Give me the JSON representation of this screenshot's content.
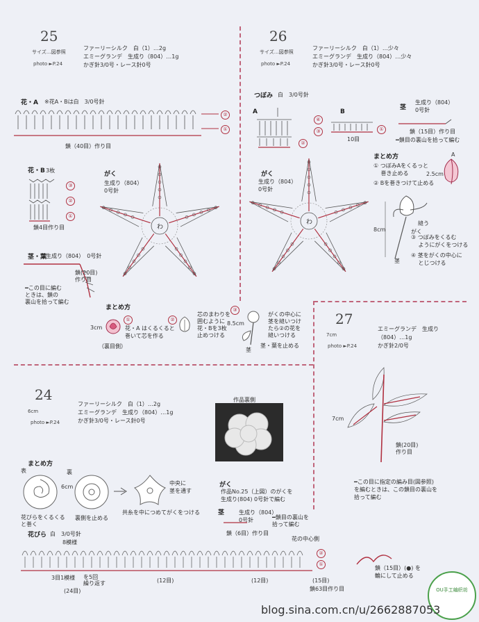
{
  "p25": {
    "num": "25",
    "size": "サイズ…図参照",
    "photo": "photo ►P.24",
    "m1": "ファーリーシルク　白（1）…2g",
    "m2": "エミーグランデ　生成り（804）…1g",
    "m3": "かぎ針3/0号・レース針0号",
    "hanaA": "花・A",
    "hanaA_note": "※花A・Bは白　3/0号針",
    "chain40": "鎖（40目）作り目",
    "hanaB": "花・B",
    "hanaB_count": "3枚",
    "chain4": "鎖4目作り目",
    "stem_title": "茎・葉",
    "stem_note": "生成り（804）　0号針",
    "chain20": "鎖(20目)\n作り目",
    "stem_arrow_note": "━この目に編む\nときは、鎖の\n裏山を拾って編む",
    "gaku": "がく",
    "gaku_note": "生成り（804）\n0号針",
    "matome": "まとめ方",
    "m_size": "3cm",
    "m_step1": "花・A はくるくると\n巻いて芯を作る",
    "m_back": "（裏目側）",
    "m_step2": "芯のまわりを\n囲むように\n花・Bを3枚\n止めつける",
    "m_size2": "8.5cm",
    "m_step3": "がくの中心に\n茎を縫いつけ\nたら②の花を\n縫いつける",
    "m_stem": "茎・葉を止める",
    "m_stemlabel": "茎"
  },
  "p26": {
    "num": "26",
    "size": "サイズ…図参照",
    "photo": "photo ►P.24",
    "m1": "ファーリーシルク　白（1）…少々",
    "m2": "エミーグランデ　生成り（804）…少々",
    "m3": "かぎ針3/0号・レース針0号",
    "tsubomi": "つぼみ",
    "tsubomi_note": "白　3/0号針",
    "a": "A",
    "b": "B",
    "b_chain": "10目",
    "kuki": "茎",
    "kuki_note": "生成り（804）\n0号針",
    "kuki_chain": "鎖（15目）作り目",
    "kuki_arrow": "━鎖目の裏山を拾って編む",
    "gaku": "がく",
    "gaku_note": "生成り（804）\n0号針",
    "matome": "まとめ方",
    "step1": "① つぼみAをくるっと\n　 巻き止める",
    "step2": "② Bを巻きつけて止める",
    "size1": "2.5cm",
    "step3": "③ つぼみをくるむ\n　 ようにがくをつける",
    "step4": "④ 茎をがくの中心に\n　 とじつける",
    "size2": "8cm",
    "lab_a": "A",
    "lab_gaku": "がく",
    "lab_kuki": "茎",
    "lab_nui": "縫う"
  },
  "p27": {
    "num": "27",
    "size": "7cm",
    "photo": "photo ►P.24",
    "m1": "エミーグランデ　生成り",
    "m2": "（804）…1g",
    "m3": "かぎ針2/0号",
    "chain20": "鎖(20目)\n作り目",
    "note": "━この目に指定の編み目(図参照)\nを編むときは、この鎖目の裏山を\n拾って編む"
  },
  "p24": {
    "num": "24",
    "size": "6cm",
    "photo": "photo ►P.24",
    "m1": "ファーリーシルク　白（1）…2g",
    "m2": "エミーグランデ　生成り（804）…1g",
    "m3": "かぎ針3/0号・レース針0号",
    "photo_label": "作品裏側",
    "matome": "まとめ方",
    "omote": "表",
    "ura": "裏",
    "s1": "花びらをくるくる\nと巻く",
    "s2": "裏側を止める",
    "s3": "中央に\n茎を通す",
    "s4": "共糸を中につめてがくをつける",
    "gaku": "がく",
    "gaku_note": "作品No.25（上図）のがくを\n生成り(804) 0号針で編む",
    "kuki": "茎",
    "kuki_note": "生成り（804）",
    "kuki_note2": "0号針",
    "kuki_arrow": "━鎖目の裏山を\n拾って編む",
    "kuki_chain": "鎖（6目）作り目",
    "hanabira": "花びら",
    "hanabira_note": "白　3/0号針",
    "pattern8": "8模様",
    "center": "花の中心側",
    "rep1": "3目1模様",
    "rep2": "を5回\n繰り返す",
    "cnt24": "(24目)",
    "cnt12a": "(12目)",
    "cnt12b": "(12目)",
    "cnt15": "(15目)",
    "chain63": "鎖63目作り目",
    "ring": "鎖（15目）(●) を\n輪にして止める"
  },
  "footer": {
    "watermark": "blog.sina.com.cn/u/2662887053",
    "logo": "OU手工编织坊"
  }
}
